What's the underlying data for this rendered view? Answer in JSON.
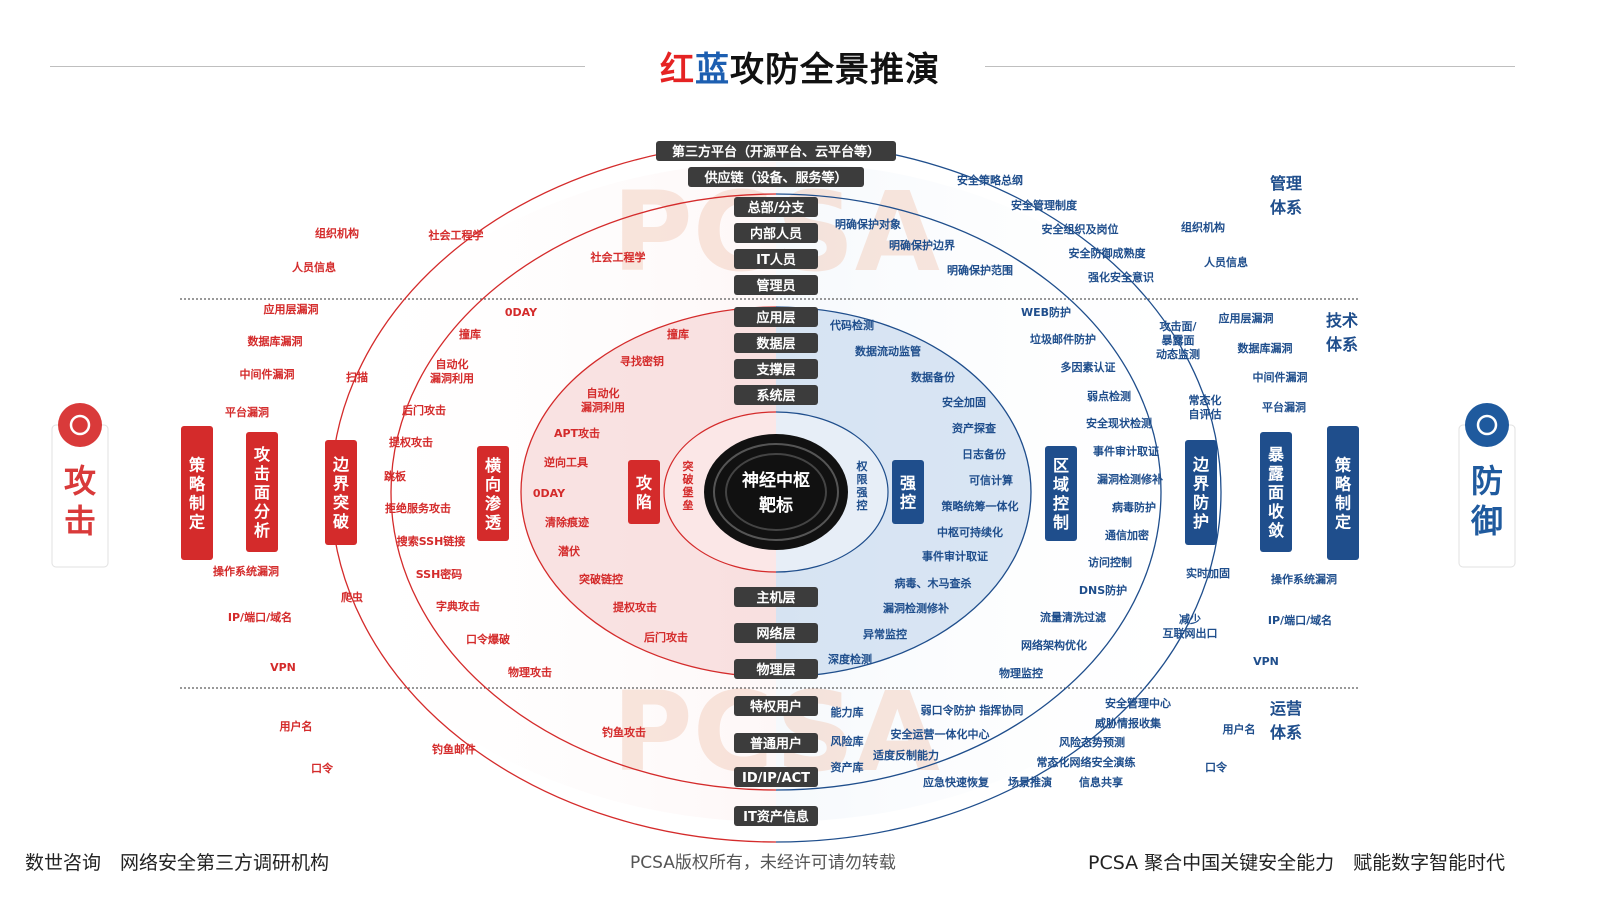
{
  "title": {
    "part1": "红",
    "part2": "蓝",
    "part3": "攻防全景推演"
  },
  "watermark": "PCSA",
  "footer": {
    "left": "数世咨询　网络安全第三方调研机构",
    "center": "PCSA版权所有，未经许可请勿转载",
    "right": "PCSA 聚合中国关键安全能力　赋能数字智能时代"
  },
  "sides": {
    "attack": "攻击",
    "defense": "防御"
  },
  "right_sections": {
    "mgmt": "管理体系",
    "tech": "技术体系",
    "ops": "运营体系"
  },
  "center": {
    "line1": "神经中枢",
    "line2": "靶标",
    "left_ring": "突破堡垒",
    "right_ring": "权限强控"
  },
  "center_pills": [
    "第三方平台（开源平台、云平台等）",
    "供应链（设备、服务等）",
    "总部/分支",
    "内部人员",
    "IT人员",
    "管理员",
    "应用层",
    "数据层",
    "支撑层",
    "系统层",
    "主机层",
    "网络层",
    "物理层",
    "特权用户",
    "普通用户",
    "ID/IP/ACT",
    "IT资产信息"
  ],
  "left_bars": [
    "策略制定",
    "攻击面分析",
    "边界突破",
    "横向渗透",
    "攻陷"
  ],
  "right_bars": [
    "强控",
    "区域控制",
    "边界防护",
    "暴露面收敛",
    "策略制定"
  ],
  "red_labels": [
    "组织机构",
    "人员信息",
    "社会工程学",
    "社会工程学",
    "应用层漏洞",
    "数据库漏洞",
    "中间件漏洞",
    "平台漏洞",
    "扫描",
    "0DAY",
    "撞库",
    "自动化漏洞利用",
    "后门攻击",
    "提权攻击",
    "跳板",
    "拒绝服务攻击",
    "搜索SSH链接",
    "SSH密码",
    "字典攻击",
    "口令爆破",
    "物理攻击",
    "操作系统漏洞",
    "爬虫",
    "IP/端口/域名",
    "VPN",
    "撞库",
    "寻找密钥",
    "自动化漏洞利用",
    "APT攻击",
    "逆向工具",
    "0DAY",
    "清除痕迹",
    "潜伏",
    "突破链控",
    "提权攻击",
    "后门攻击",
    "用户名",
    "口令",
    "钓鱼邮件",
    "钓鱼攻击"
  ],
  "blue_labels": [
    "安全策略总纲",
    "安全管理制度",
    "安全组织及岗位",
    "安全防御成熟度",
    "强化安全意识",
    "明确保护对象",
    "明确保护边界",
    "明确保护范围",
    "组织机构",
    "人员信息",
    "WEB防护",
    "垃圾邮件防护",
    "多因素认证",
    "弱点检测",
    "安全现状检测",
    "事件审计取证",
    "漏洞检测修补",
    "病毒防护",
    "通信加密",
    "访问控制",
    "DNS防护",
    "流量清洗过滤",
    "网络架构优化",
    "物理监控",
    "代码检测",
    "数据流动监管",
    "数据备份",
    "安全加固",
    "资产探查",
    "日志备份",
    "可信计算",
    "策略统筹一体化",
    "中枢可持续化",
    "事件审计取证",
    "病毒、木马查杀",
    "漏洞检测修补",
    "异常监控",
    "深度检测",
    "攻击面/暴露面动态监测",
    "常态化自评估",
    "实时加固",
    "减少互联网出口",
    "应用层漏洞",
    "数据库漏洞",
    "中间件漏洞",
    "平台漏洞",
    "操作系统漏洞",
    "IP/端口/域名",
    "VPN",
    "能力库",
    "风险库",
    "资产库",
    "弱口令防护 指挥协同",
    "安全运营一体化中心",
    "适度反制能力",
    "应急快速恢复",
    "场景推演",
    "信息共享",
    "安全管理中心",
    "威胁情报收集",
    "风险态势预测",
    "常态化网络安全演练",
    "用户名",
    "口令"
  ],
  "colors": {
    "red": "#d42b2b",
    "blue": "#1f4e8c",
    "dark": "#3b3b3b"
  }
}
